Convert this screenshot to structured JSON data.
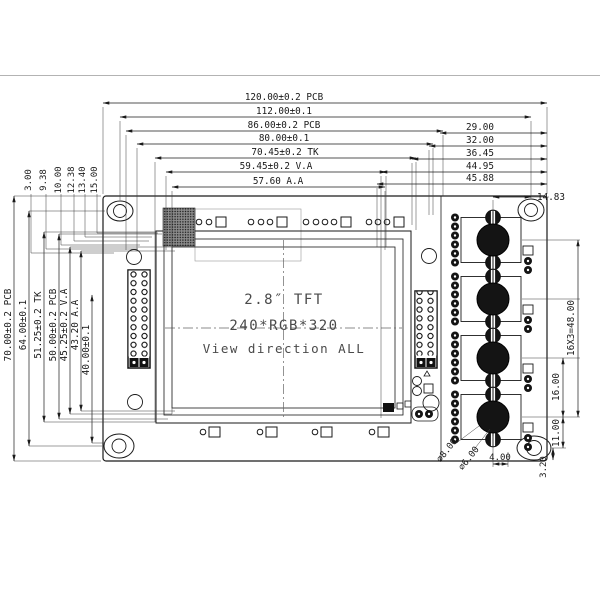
{
  "display": {
    "size": "2.8″ TFT",
    "resolution": "240*RGB*320",
    "view_direction": "View direction ALL"
  },
  "dimensions": {
    "top": [
      "120.00±0.2 PCB",
      "112.00±0.1",
      "86.00±0.2 PCB",
      "80.00±0.1",
      "70.45±0.2 TK",
      "59.45±0.2 V.A",
      "57.60 A.A"
    ],
    "right": [
      "29.00",
      "32.00",
      "36.45",
      "44.95",
      "45.88"
    ],
    "hole_offset": "14.83",
    "left": [
      "70.00±0.2 PCB",
      "64.00±0.1",
      "51.25±0.2 TK",
      "50.00±0.2 PCB",
      "45.25±0.2 V.A",
      "43.20 A.A",
      "40.00±0.1"
    ],
    "top_left": [
      "3.00",
      "9.38",
      "10.00",
      "12.38",
      "13.40",
      "15.00"
    ],
    "right_side": {
      "button_pitch": "16X3=48.00",
      "pitch_single": "16.00",
      "bottom_offset": "11.00",
      "horizontal_offset": "4.00",
      "edge_offset": "3.20"
    },
    "button_diameters": [
      "⌀8.00",
      "⌀6.00"
    ]
  },
  "colors": {
    "line": "#1a1a1a",
    "display_text": "#4a4a4a",
    "pad_fill": "#141414"
  }
}
